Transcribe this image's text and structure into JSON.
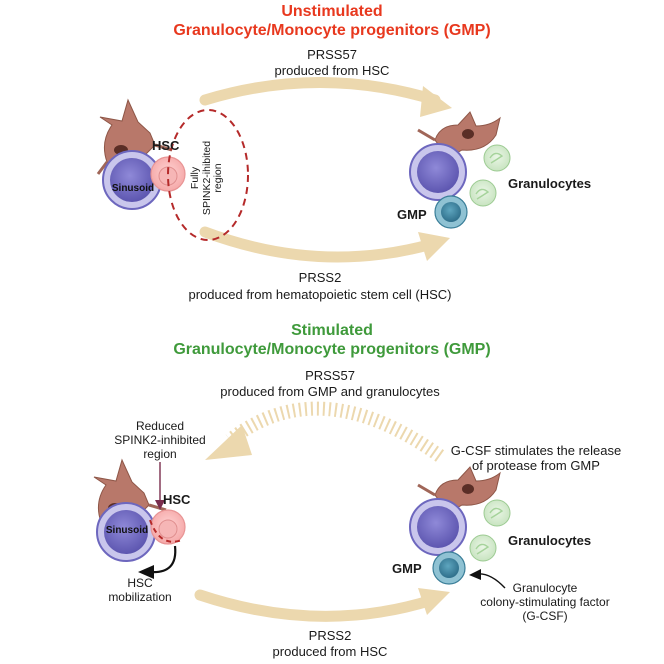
{
  "unstim": {
    "title_line1": "Unstimulated",
    "title_line2": "Granulocyte/Monocyte progenitors (GMP)",
    "prss57_line1": "PRSS57",
    "prss57_line2": "produced from HSC",
    "region_line1": "Fully",
    "region_line2": "SPINK2-ihibited",
    "region_line3": "region",
    "hsc": "HSC",
    "sinusoid": "Sinusoid",
    "gmp": "GMP",
    "granulocytes": "Granulocytes",
    "prss2_line1": "PRSS2",
    "prss2_line2": "produced from hematopoietic stem cell (HSC)"
  },
  "stim": {
    "title_line1": "Stimulated",
    "title_line2": "Granulocyte/Monocyte progenitors (GMP)",
    "prss57_line1": "PRSS57",
    "prss57_line2": "produced from GMP and granulocytes",
    "reduced_line1": "Reduced",
    "reduced_line2": "SPINK2-inhibited",
    "reduced_line3": "region",
    "hsc": "HSC",
    "sinusoid": "Sinusoid",
    "mobil_line1": "HSC",
    "mobil_line2": "mobilization",
    "gcsf_note_line1": "G-CSF stimulates the release",
    "gcsf_note_line2": "of protease from GMP",
    "gmp": "GMP",
    "granulocytes": "Granulocytes",
    "gcsf_line1": "Granulocyte",
    "gcsf_line2": "colony-stimulating factor",
    "gcsf_line3": "(G-CSF)",
    "prss2_line1": "PRSS2",
    "prss2_line2": "produced from HSC"
  },
  "colors": {
    "title_unstim": "#e8381e",
    "title_stim": "#3f9a3b",
    "arrow": "#e9d4a8",
    "sinusoid": "#8a84d4",
    "hsc": "#f7b3b3",
    "gmp": "#4a8fa8",
    "granulocyte": "#cfe8c8",
    "stromal": "#b07060",
    "dashed_region": "#b52a2a"
  }
}
